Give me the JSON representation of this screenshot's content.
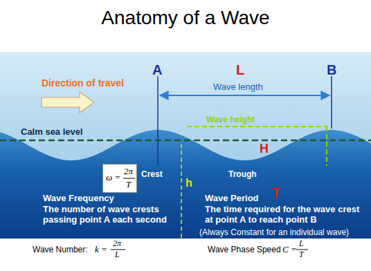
{
  "diagram": {
    "title": "Anatomy of a Wave",
    "nodes": [
      {
        "text": [
          "ω =",
          "2π",
          "T"
        ]
      }
    ],
    "labels": [
      "Direction of travel",
      "A",
      "L",
      "B",
      "Wave length",
      "Wave height",
      "Calm sea level",
      "H",
      "Crest",
      "Trough",
      "h",
      "Wave Frequency",
      "The number of wave crests passing point A each second",
      "Wave Period",
      "T",
      "The time required for the wave crest at point A to reach point B",
      "(Always Constant for an individual wave)",
      "Wave Number:",
      "k =",
      "2π",
      "L",
      "Wave Phase Speed",
      "C =",
      "L",
      "T"
    ]
  }
}
